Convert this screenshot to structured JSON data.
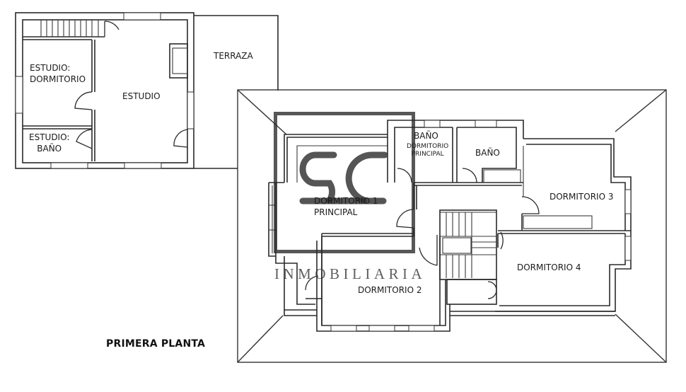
{
  "plan": {
    "title": "PRIMERA PLANTA",
    "rooms": {
      "estudio_dormitorio": [
        "ESTUDIO:",
        "DORMITORIO"
      ],
      "estudio": "ESTUDIO",
      "estudio_bano": [
        "ESTUDIO:",
        "BAÑO"
      ],
      "terraza": "TERRAZA",
      "bano_dormitorio_principal": {
        "line1": "BAÑO",
        "line2": "DORMITORIO",
        "line3": "PRINCIPAL"
      },
      "bano": "BAÑO",
      "dormitorio_1": [
        "DORMITORIO 1",
        "PRINCIPAL"
      ],
      "dormitorio_2": "DORMITORIO 2",
      "dormitorio_3": "DORMITORIO 3",
      "dormitorio_4": "DORMITORIO 4"
    }
  },
  "watermark": {
    "logo": "SC",
    "text": "INMOBILIARIA",
    "color": "#3c3c3c"
  }
}
